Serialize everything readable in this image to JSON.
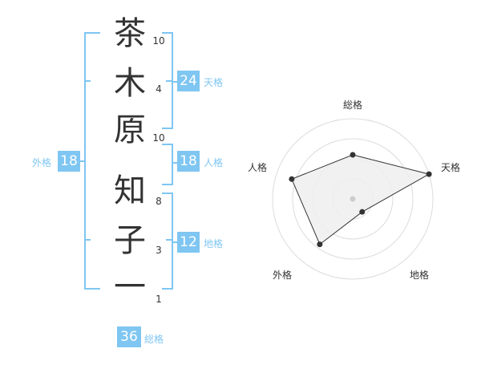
{
  "name": {
    "characters": [
      "茶",
      "木",
      "原",
      "知",
      "子",
      "一"
    ],
    "strokes": [
      "10",
      "4",
      "10",
      "8",
      "3",
      "1"
    ]
  },
  "fortune": {
    "tenkaku": {
      "value": "24",
      "label": "天格"
    },
    "jinkaku": {
      "value": "18",
      "label": "人格"
    },
    "chikaku": {
      "value": "12",
      "label": "地格"
    },
    "gaikaku": {
      "value": "18",
      "label": "外格"
    },
    "soukaku": {
      "value": "36",
      "label": "総格"
    }
  },
  "chart_data": {
    "type": "radar",
    "axes": [
      "総格",
      "天格",
      "地格",
      "外格",
      "人格"
    ],
    "values": [
      0.55,
      1.0,
      0.2,
      0.7,
      0.8
    ],
    "rings": 4,
    "colors": {
      "fill": "#efefef",
      "line": "#333333",
      "grid": "#dcdcdc",
      "accent": "#7fc6f2"
    }
  }
}
